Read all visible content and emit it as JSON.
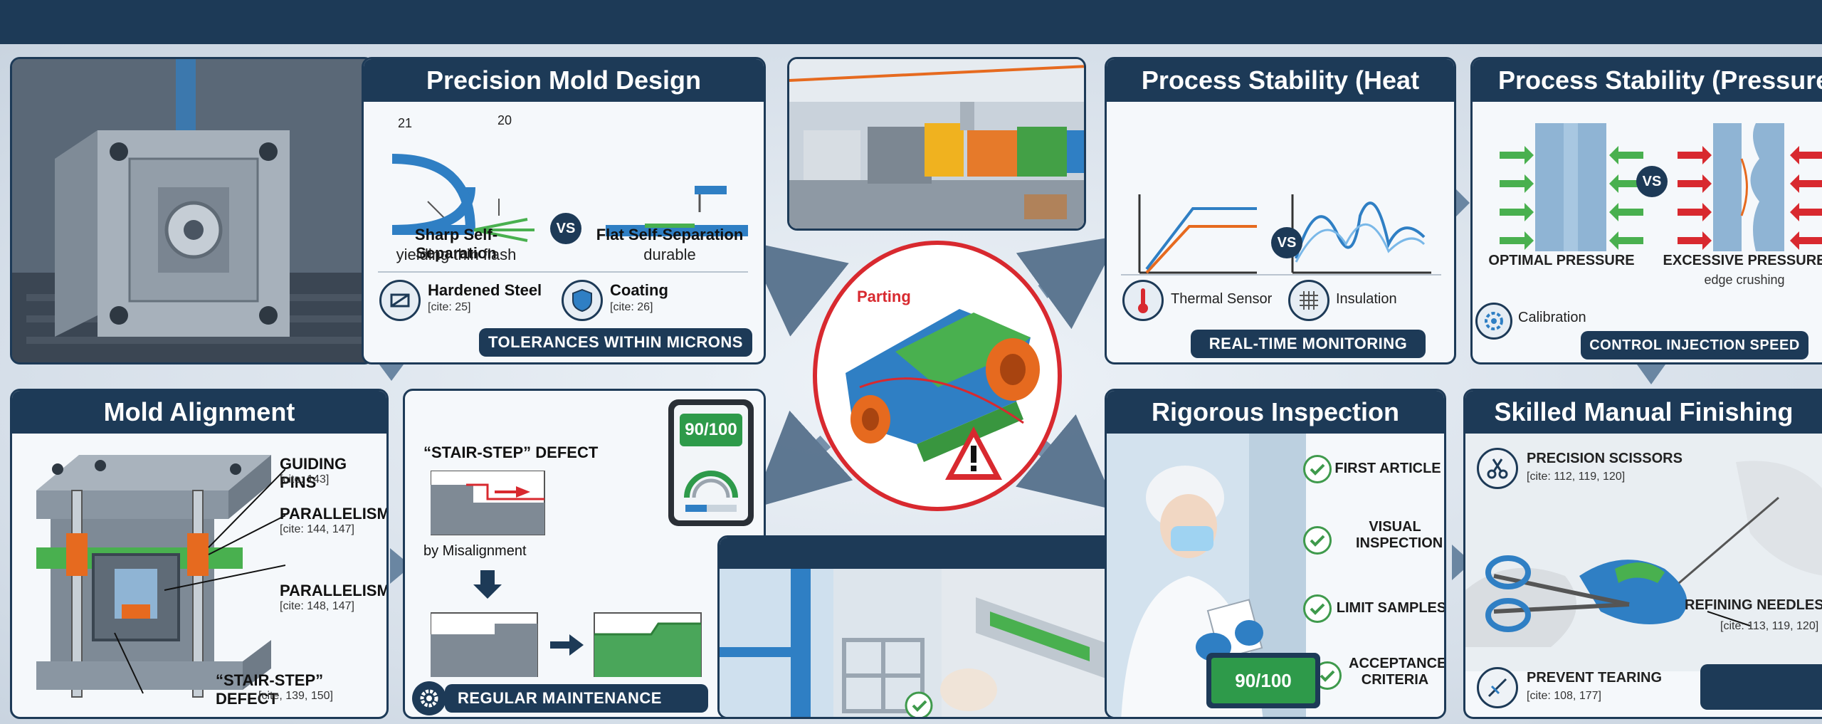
{
  "panels": {
    "mold_design": {
      "title": "Precision Mold Design",
      "ref_a": "21",
      "ref_b": "20",
      "vs": "VS",
      "left_label": "Sharp Self-Separation",
      "left_sub": "yielding thin flash",
      "right_label": "Flat Self-Separation",
      "right_sub": "durable",
      "feature_1": "Hardened Steel",
      "feature_1_cite": "[cite: 25]",
      "feature_2": "Coating",
      "feature_2_cite": "[cite: 26]",
      "footer": "TOLERANCES WITHIN MICRONS"
    },
    "heat": {
      "title": "Process Stability (Heat",
      "vs": "VS",
      "feature_1": "Thermal Sensor",
      "feature_2": "Insulation",
      "footer": "REAL-TIME MONITORING"
    },
    "pressure": {
      "title": "Process Stability (Pressure",
      "vs": "VS",
      "left_label": "OPTIMAL PRESSURE",
      "right_label": "EXCESSIVE PRESSURE",
      "right_sub": "edge crushing",
      "feature_1": "Calibration",
      "footer": "CONTROL INJECTION SPEED"
    },
    "alignment": {
      "title": "Mold Alignment",
      "callout_1": "GUIDING PINS",
      "callout_1_cite": "[cite: 143]",
      "callout_2": "PARALLELISM",
      "callout_2_cite": "[cite: 144, 147]",
      "callout_3": "PARALLELISM",
      "callout_3_cite": "[cite: 148, 147]",
      "callout_4": "“STAIR-STEP” DEFECT",
      "callout_4_cite": "[cite, 139, 150]"
    },
    "stair": {
      "title": "“STAIR-STEP” DEFECT",
      "caption": "by Misalignment",
      "score": "90/100",
      "footer": "REGULAR MAINTENANCE"
    },
    "center": {
      "label": "Parting"
    },
    "inspection": {
      "title": "Rigorous Inspection Cycles",
      "checks": [
        "FIRST ARTICLE",
        "VISUAL INSPECTION",
        "LIMIT SAMPLES",
        "ACCEPTANCE CRITERIA"
      ],
      "score": "90/100"
    },
    "finishing": {
      "title": "Skilled Manual Finishing",
      "tool_1": "PRECISION SCISSORS",
      "tool_1_cite": "[cite: 112, 119, 120]",
      "tool_2": "REFINING NEEDLES",
      "tool_2_cite": "[cite: 113, 119, 120]",
      "footer": "PREVENT TEARING",
      "footer_cite": "[cite: 108, 177]"
    }
  },
  "colors": {
    "navy": "#1d3a57",
    "blue": "#2f7fc4",
    "green": "#49b04f",
    "orange": "#e66a1f",
    "red": "#d8292f"
  }
}
